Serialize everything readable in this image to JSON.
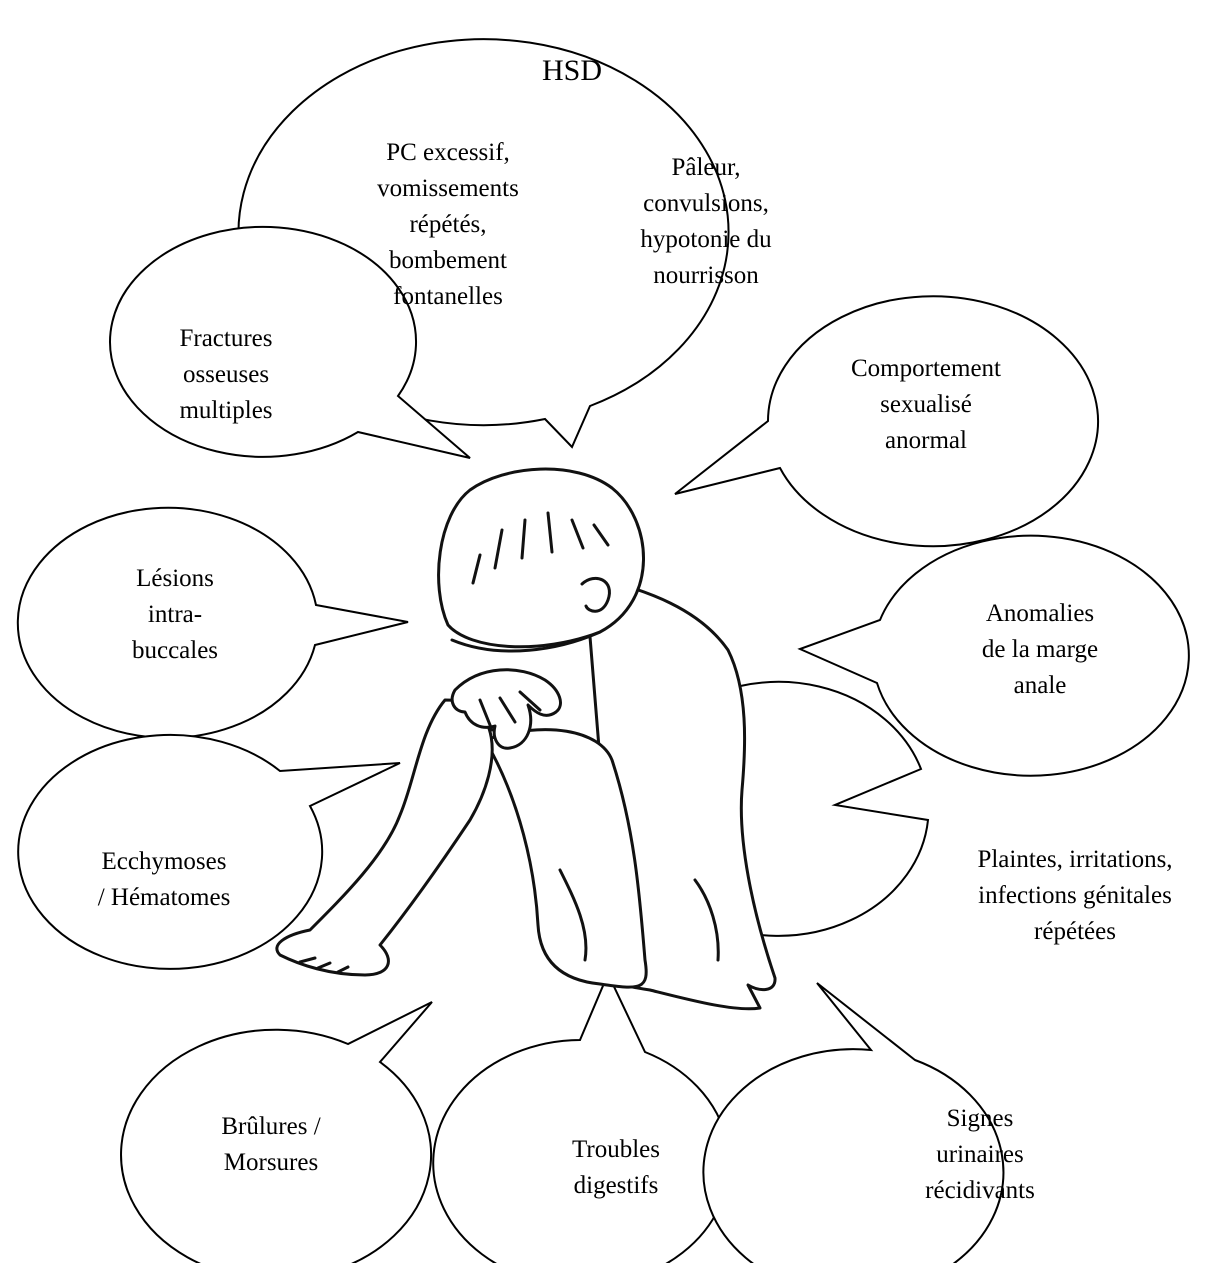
{
  "diagram": {
    "center_figure": "sitting-child-figure",
    "bubbles": [
      {
        "id": "hsd",
        "title": "HSD",
        "left_lines": [
          "PC excessif,",
          "vomissements",
          "répétés,",
          "bombement",
          "fontanelles"
        ],
        "right_lines": [
          "Pâleur,",
          "convulsions,",
          "hypotonie du",
          "nourrisson"
        ]
      },
      {
        "id": "fractures",
        "lines": [
          "Fractures",
          "osseuses",
          "multiples"
        ]
      },
      {
        "id": "comportement",
        "lines": [
          "Comportement",
          "sexualisé",
          "anormal"
        ]
      },
      {
        "id": "lesions",
        "lines": [
          "Lésions",
          "intra-",
          "buccales"
        ]
      },
      {
        "id": "anomalies",
        "lines": [
          "Anomalies",
          "de la marge",
          "anale"
        ]
      },
      {
        "id": "ecchymoses",
        "lines": [
          "Ecchymoses",
          "/ Hématomes"
        ]
      },
      {
        "id": "plaintes",
        "lines": [
          "Plaintes, irritations,",
          "infections génitales",
          "répétées"
        ]
      },
      {
        "id": "brulures",
        "lines": [
          "Brûlures /",
          "Morsures"
        ]
      },
      {
        "id": "troubles",
        "lines": [
          "Troubles",
          "digestifs"
        ]
      },
      {
        "id": "signes",
        "lines": [
          "Signes",
          "urinaires",
          "récidivants"
        ]
      }
    ]
  }
}
